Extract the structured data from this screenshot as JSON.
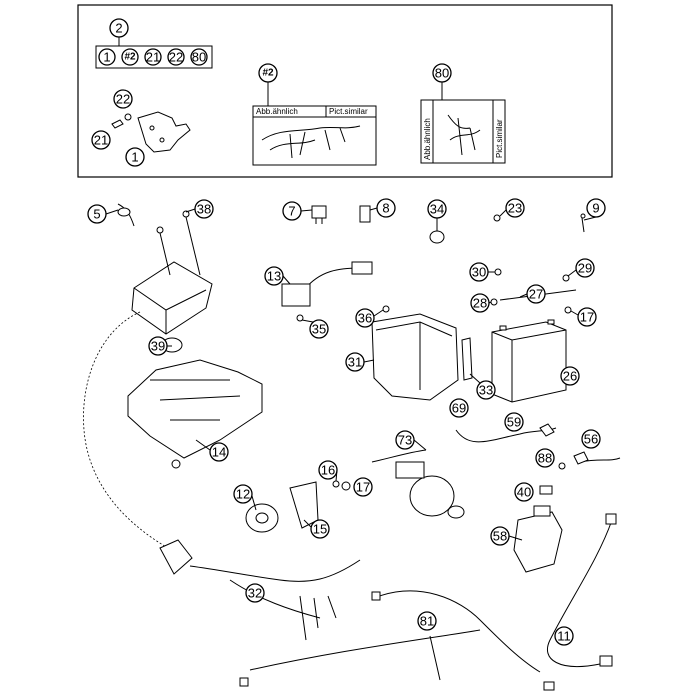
{
  "kit": {
    "callout": "2",
    "contents": [
      "1",
      "#2",
      "21",
      "22",
      "80"
    ]
  },
  "harness_box": {
    "callout": "#2",
    "label_de": "Abb.ähnlich",
    "label_en": "Pict.similar"
  },
  "harness_box_80": {
    "callout": "80",
    "label_de": "Abb.ähnlich",
    "label_en": "Pict.similar"
  },
  "kit_parts": [
    "22",
    "21",
    "1"
  ],
  "callouts": {
    "p5": "5",
    "p38": "38",
    "p7": "7",
    "p8": "8",
    "p34": "34",
    "p23": "23",
    "p9": "9",
    "p13": "13",
    "p30": "30",
    "p29": "29",
    "p27": "27",
    "p28": "28",
    "p17a": "17",
    "p35": "35",
    "p36": "36",
    "p31": "31",
    "p26": "26",
    "p39": "39",
    "p33": "33",
    "p14": "14",
    "p69": "69",
    "p59": "59",
    "p73": "73",
    "p56": "56",
    "p88": "88",
    "p16": "16",
    "p17b": "17",
    "p12": "12",
    "p40": "40",
    "p15": "15",
    "p58": "58",
    "p32": "32",
    "p81": "81",
    "p11": "11"
  }
}
